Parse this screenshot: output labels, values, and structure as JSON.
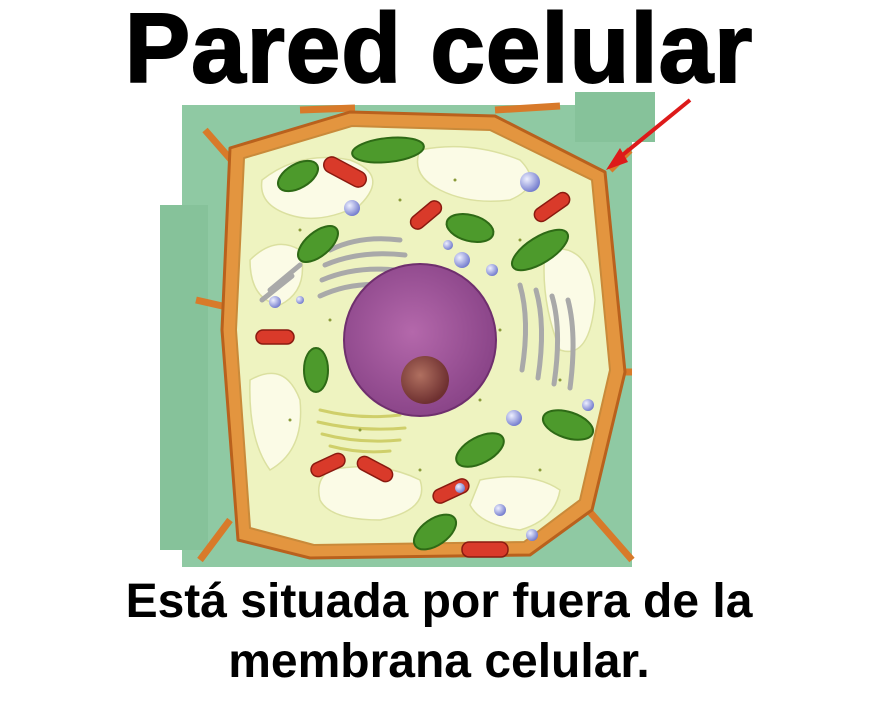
{
  "title": "Pared celular",
  "caption": {
    "line1": "Está situada por fuera de la",
    "line2": "membrana celular."
  },
  "colors": {
    "background": "#ffffff",
    "title_text": "#000000",
    "cell_wall": "#d87a2a",
    "outer_tissue": "#8fc9a3",
    "cytoplasm": "#eef3c0",
    "vacuole": "#fbfbe6",
    "chloroplast": "#4d9a2c",
    "mitochondrion": "#d93a2a",
    "nucleus": "#9b4f92",
    "nucleolus": "#7a3a3a",
    "vesicle": "#7f86d6",
    "arrow": "#dd1a1a"
  },
  "icons": [
    "plant-cell-illustration",
    "red-arrow-pointer"
  ]
}
